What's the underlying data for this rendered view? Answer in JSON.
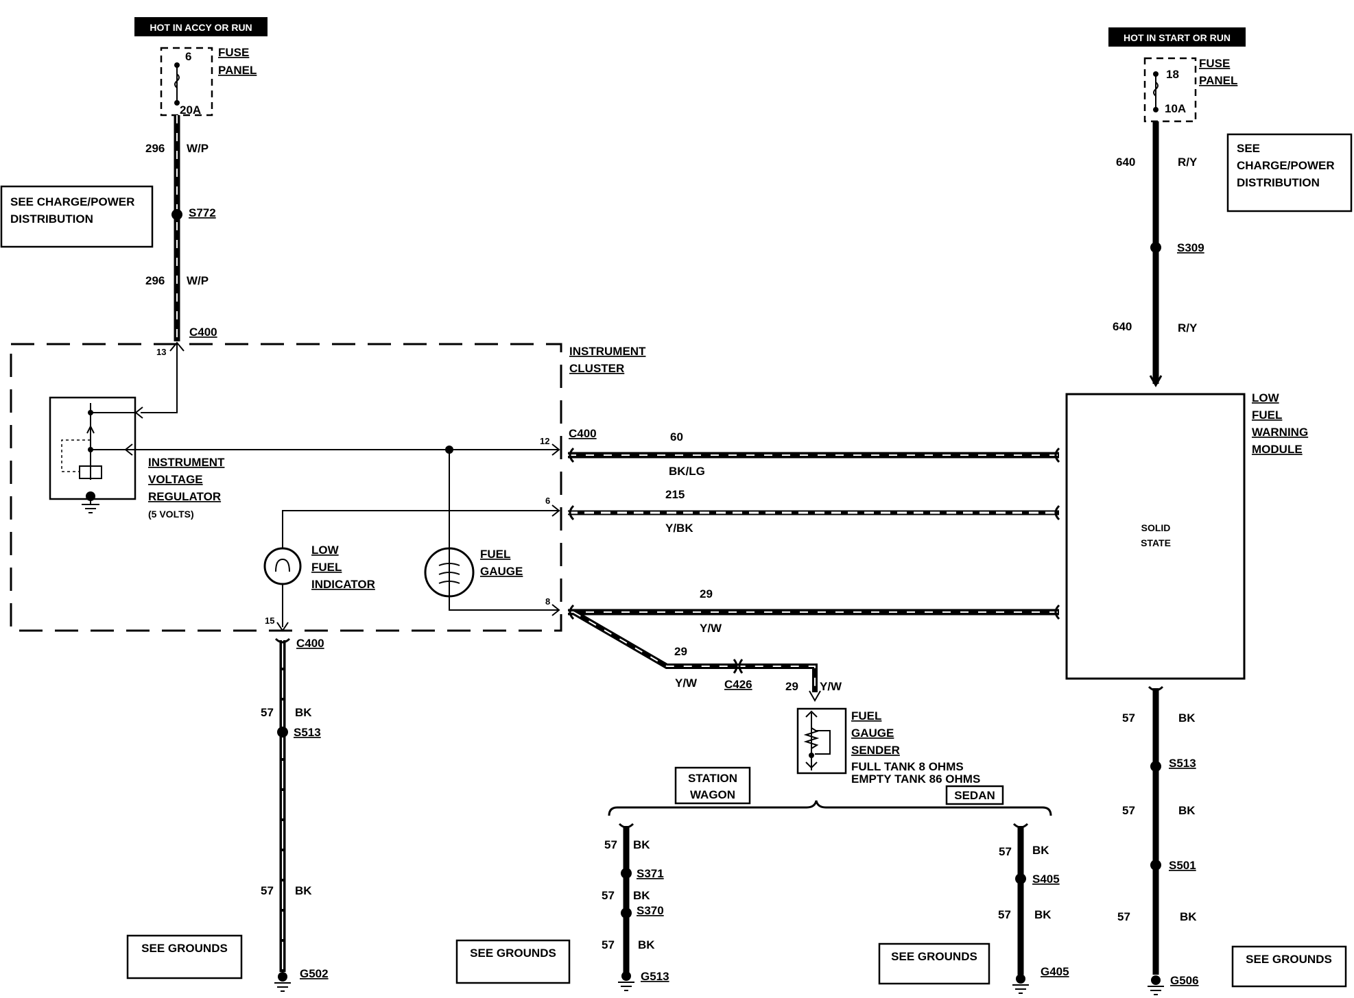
{
  "power_left": {
    "hot_label": "HOT IN ACCY OR RUN",
    "fuse_number": "6",
    "fuse_rating": "20A",
    "fuse_panel_line1": "FUSE",
    "fuse_panel_line2": "PANEL",
    "wire_circuit": "296",
    "wire_color": "W/P",
    "splice": "S772",
    "see_box_line1": "SEE CHARGE/POWER",
    "see_box_line2": "DISTRIBUTION"
  },
  "power_right": {
    "hot_label": "HOT IN START OR RUN",
    "fuse_number": "18",
    "fuse_rating": "10A",
    "fuse_panel_line1": "FUSE",
    "fuse_panel_line2": "PANEL",
    "wire_circuit": "640",
    "wire_color": "R/Y",
    "splice": "S309",
    "see_box_line1": "SEE",
    "see_box_line2": "CHARGE/POWER",
    "see_box_line3": "DISTRIBUTION"
  },
  "cluster": {
    "title_line1": "INSTRUMENT",
    "title_line2": "CLUSTER",
    "connector": "C400",
    "pin_13": "13",
    "pin_12": "12",
    "pin_6": "6",
    "pin_8": "8",
    "pin_15": "15",
    "regulator_line1": "INSTRUMENT",
    "regulator_line2": "VOLTAGE",
    "regulator_line3": "REGULATOR",
    "regulator_line4": "(5 VOLTS)",
    "indicator_line1": "LOW",
    "indicator_line2": "FUEL",
    "indicator_line3": "INDICATOR",
    "gauge_line1": "FUEL",
    "gauge_line2": "GAUGE"
  },
  "module": {
    "title_line1": "LOW",
    "title_line2": "FUEL",
    "title_line3": "WARNING",
    "title_line4": "MODULE",
    "inner_line1": "SOLID",
    "inner_line2": "STATE"
  },
  "wires": {
    "w60_circuit": "60",
    "w60_color": "BK/LG",
    "w215_circuit": "215",
    "w215_color": "Y/BK",
    "w29_circuit": "29",
    "w29_color": "Y/W",
    "connector_c426": "C426"
  },
  "sender": {
    "line1": "FUEL",
    "line2": "GAUGE",
    "line3": "SENDER",
    "line4": "FULL TANK 8 OHMS",
    "line5": "EMPTY TANK 86 OHMS"
  },
  "variants": {
    "station_wagon_line1": "STATION",
    "station_wagon_line2": "WAGON",
    "sedan": "SEDAN"
  },
  "grounds": {
    "circuit": "57",
    "color": "BK",
    "see_grounds": "SEE GROUNDS",
    "s513": "S513",
    "s371": "S371",
    "s370": "S370",
    "s405": "S405",
    "s501": "S501",
    "g502": "G502",
    "g513": "G513",
    "g405": "G405",
    "g506": "G506"
  }
}
